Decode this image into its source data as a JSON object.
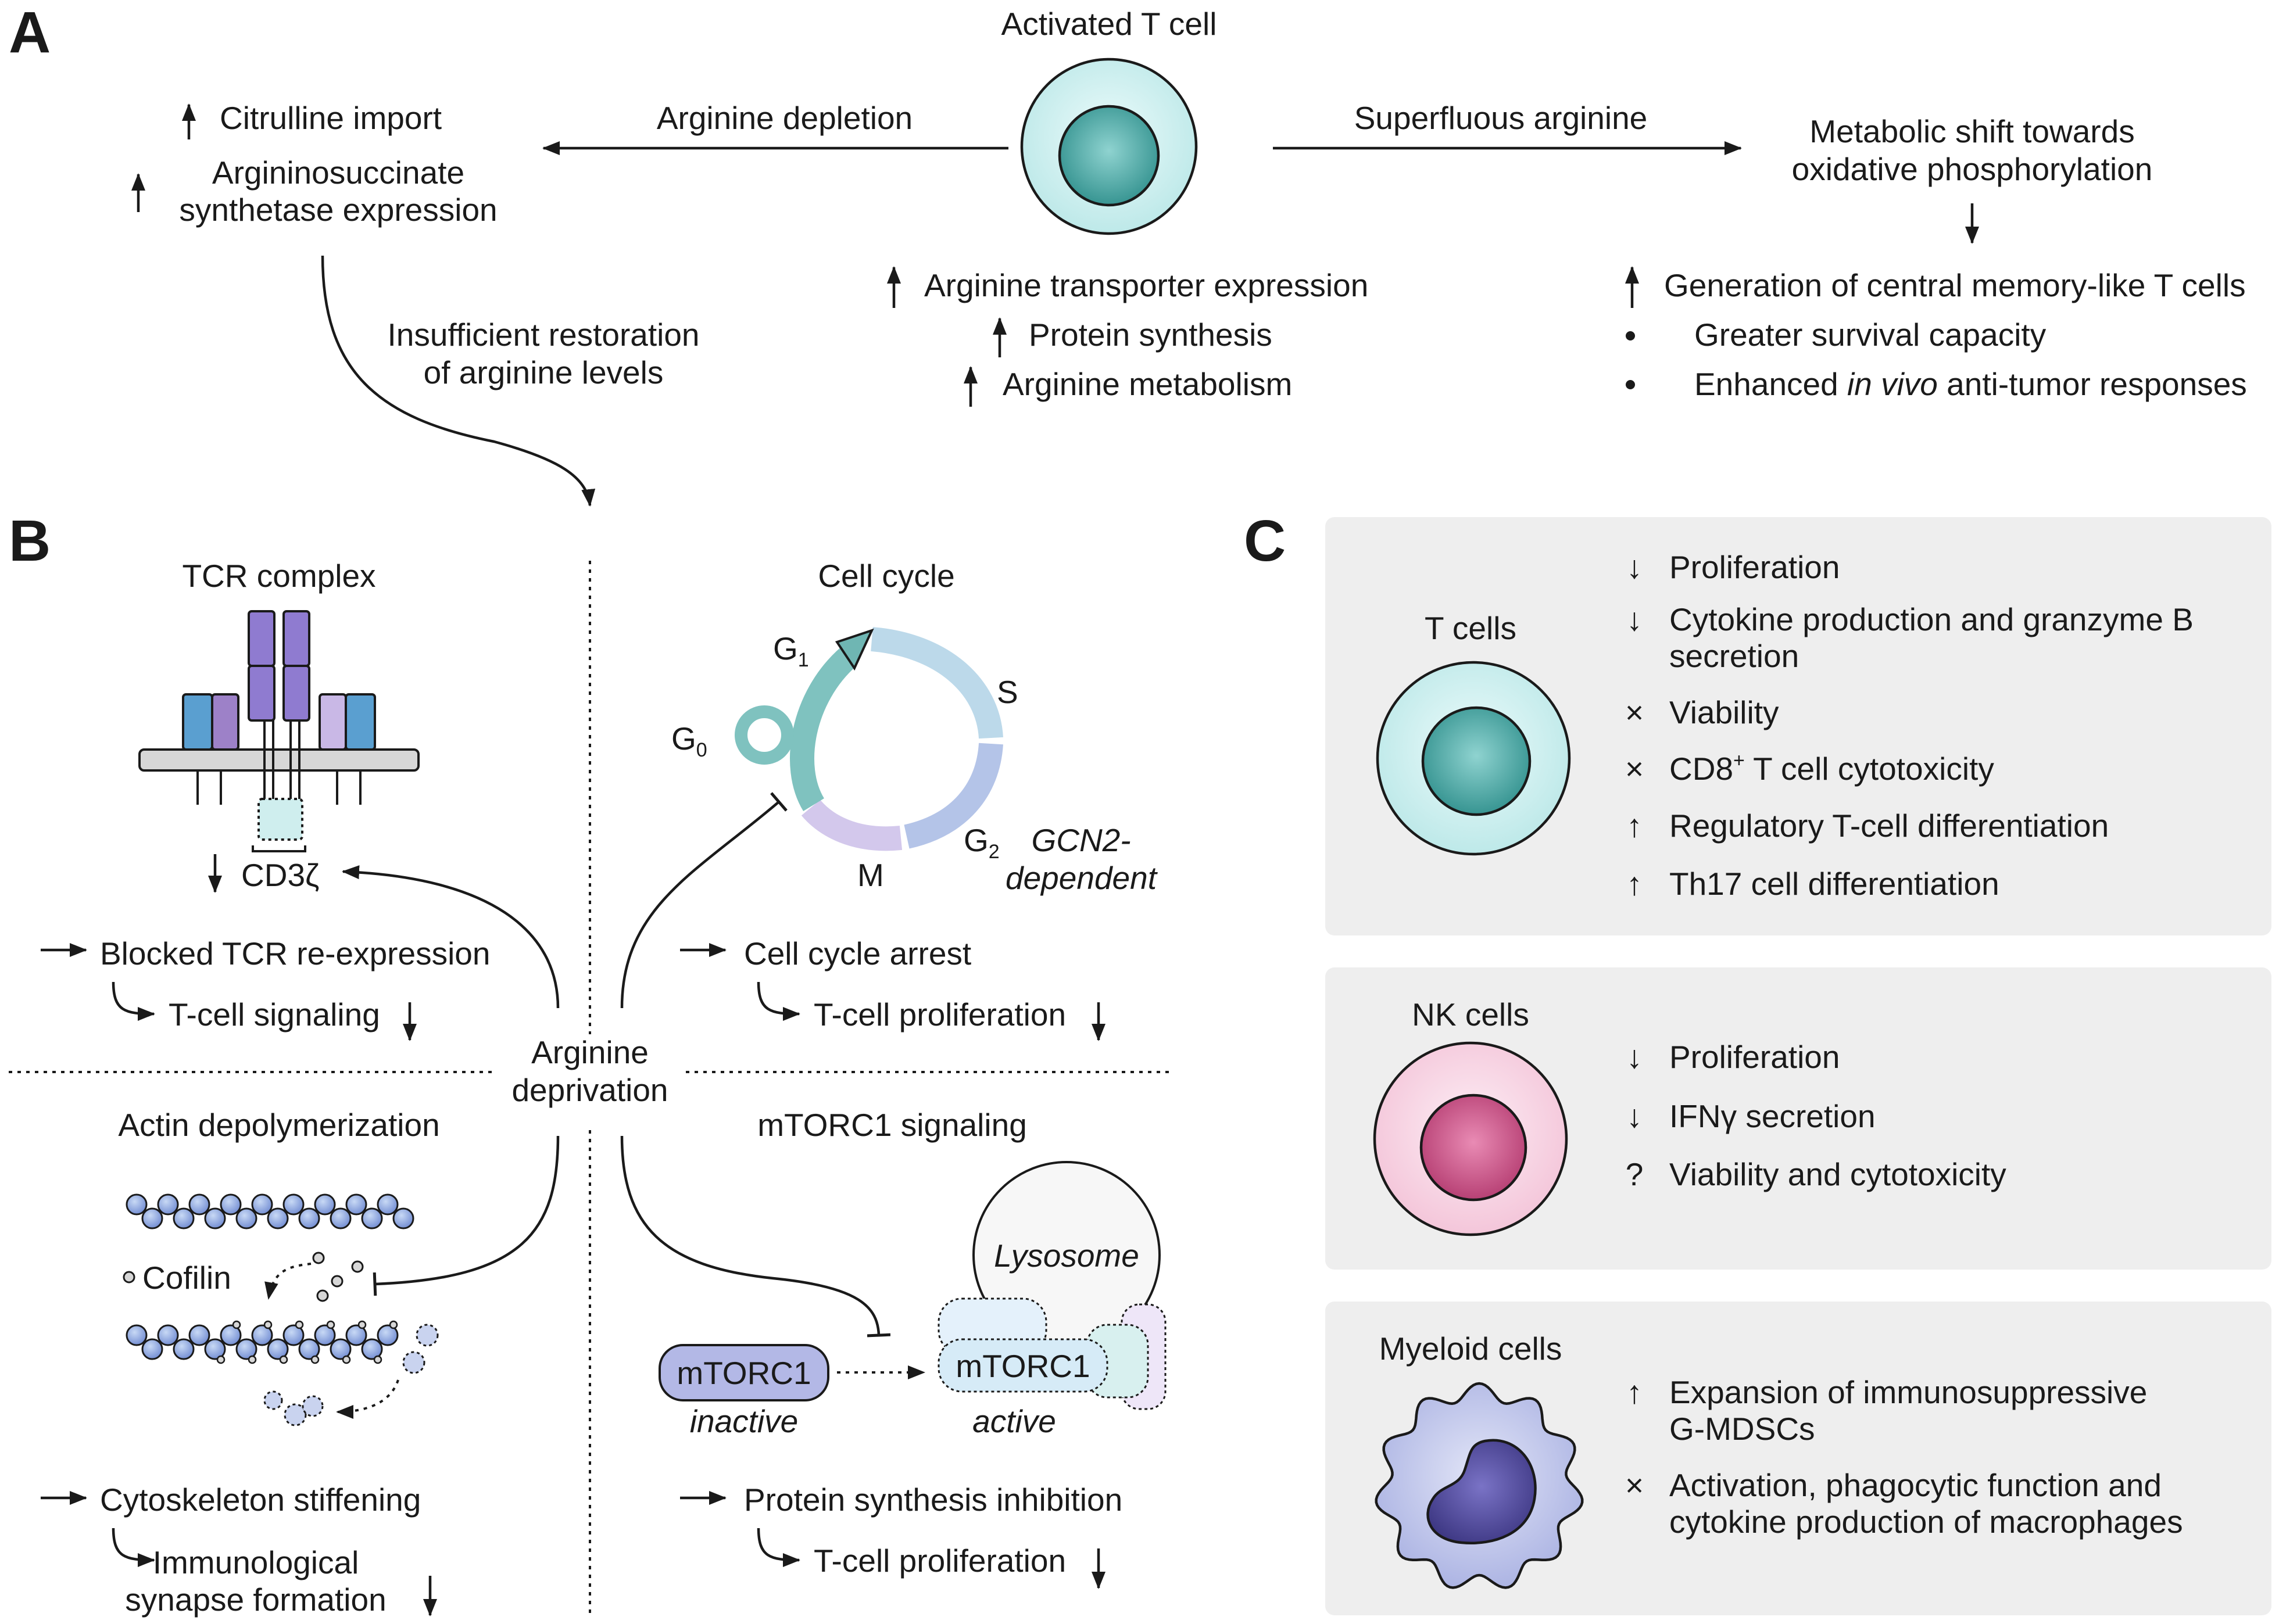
{
  "colors": {
    "tcell_outer": "#cdeeee",
    "tcell_inner": "#3fa3a0",
    "nk_outer": "#f9d4e3",
    "nk_inner": "#c8477e",
    "myeloid_outer": "#b5bde8",
    "myeloid_inner": "#49438f",
    "panel_bg": "#eeeeee",
    "tcr_blue": "#5a9fd0",
    "tcr_purple": "#9d81c8",
    "tcr_lavender": "#c9b8e6",
    "membrane": "#d7d7d7"
  },
  "panels": {
    "a": "A",
    "b": "B",
    "c": "C"
  },
  "a": {
    "center": "Activated T cell",
    "left_arrow": "Arginine depletion",
    "right_arrow": "Superfluous arginine",
    "left1": "Citrulline import",
    "left2a": "Argininosuccinate",
    "left2b": "synthetase expression",
    "insuff1": "Insufficient restoration",
    "insuff2": "of arginine levels",
    "mid1": "Arginine transporter expression",
    "mid2": "Protein synthesis",
    "mid3": "Arginine metabolism",
    "right1a": "Metabolic shift towards",
    "right1b": "oxidative phosphorylation",
    "right2": "Generation of central memory-like T cells",
    "right3": "Greater survival capacity",
    "right4a": "Enhanced ",
    "right4b": "in vivo",
    "right4c": " anti-tumor responses"
  },
  "b": {
    "center1": "Arginine",
    "center2": "deprivation",
    "tcr_title": "TCR complex",
    "cd3": "CD3ζ",
    "tcr1": "Blocked TCR re-expression",
    "tcr2": "T-cell signaling",
    "cycle_title": "Cell cycle",
    "g1": "G",
    "g1s": "1",
    "s": "S",
    "g2": "G",
    "g2s": "2",
    "m": "M",
    "g0": "G",
    "g0s": "0",
    "gcn1": "GCN2-",
    "gcn2": "dependent",
    "cyc1": "Cell cycle arrest",
    "cyc2": "T-cell proliferation",
    "actin_title": "Actin depolymerization",
    "cofilin": "Cofilin",
    "act1": "Cytoskeleton stiffening",
    "act2a": "Immunological",
    "act2b": "synapse formation",
    "mtor_title": "mTORC1 signaling",
    "lysosome": "Lysosome",
    "mtorc1": "mTORC1",
    "inactive": "inactive",
    "active": "active",
    "mt1": "Protein synthesis inhibition",
    "mt2": "T-cell proliferation"
  },
  "c": {
    "t_title": "T cells",
    "t_items": [
      {
        "sym": "↓",
        "lines": [
          "Proliferation"
        ]
      },
      {
        "sym": "↓",
        "lines": [
          "Cytokine production and granzyme B",
          "secretion"
        ]
      },
      {
        "sym": "×",
        "lines": [
          "Viability"
        ]
      },
      {
        "sym": "×",
        "lines": [
          "CD8",
          "+",
          " T cell cytotoxicity"
        ]
      },
      {
        "sym": "↑",
        "lines": [
          "Regulatory T-cell differentiation"
        ]
      },
      {
        "sym": "↑",
        "lines": [
          "Th17 cell differentiation"
        ]
      }
    ],
    "nk_title": "NK cells",
    "nk_items": [
      {
        "sym": "↓",
        "lines": [
          "Proliferation"
        ]
      },
      {
        "sym": "↓",
        "lines": [
          "IFNγ secretion"
        ]
      },
      {
        "sym": "?",
        "lines": [
          "Viability and cytotoxicity"
        ]
      }
    ],
    "my_title": "Myeloid cells",
    "my_items": [
      {
        "sym": "↑",
        "lines": [
          "Expansion of immunosuppressive",
          "G-MDSCs"
        ]
      },
      {
        "sym": "×",
        "lines": [
          "Activation, phagocytic function and",
          "cytokine production of macrophages"
        ]
      }
    ]
  }
}
